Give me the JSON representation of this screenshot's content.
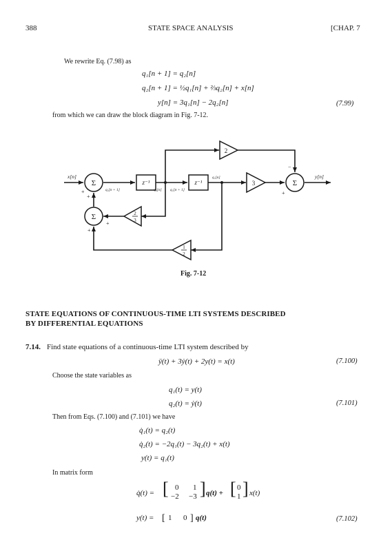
{
  "header": {
    "page_number": "388",
    "running_title": "STATE SPACE ANALYSIS",
    "chapter": "[CHAP. 7"
  },
  "intro": {
    "rewrite_text": "We rewrite Eq. (7.98) as",
    "eq1": "q₁[n + 1] = q₂[n]",
    "eq2": "q₂[n + 1] = ½q₁[n] + ⅔q₂[n] + x[n]",
    "eq3": "y[n] = 3q₁[n] − 2q₂[n]",
    "eq_number": "(7.99)",
    "after_text": "from which we can draw the block diagram in Fig. 7-12."
  },
  "diagram": {
    "input_label": "x[n]",
    "output_label": "y[n]",
    "sum_symbol": "Σ",
    "delay_label": "z⁻¹",
    "q2_next": "q₂[n + 1]",
    "q2_now": "q₂[n]",
    "q1_next": "q₁[n + 1]",
    "q1_now": "q₁[n]",
    "gain_top": "2",
    "gain_right": "3",
    "gain_two_thirds_num": "2",
    "gain_two_thirds_den": "3",
    "gain_half_num": "1",
    "gain_half_den": "2",
    "plus": "+",
    "minus": "−",
    "caption": "Fig. 7-12"
  },
  "section": {
    "title_line1": "STATE EQUATIONS OF CONTINUOUS-TIME LTI SYSTEMS DESCRIBED",
    "title_line2": "BY DIFFERENTIAL EQUATIONS"
  },
  "problem": {
    "number": "7.14.",
    "statement": "Find state equations of a continuous-time LTI system described by",
    "de": "ÿ(t) + 3ẏ(t) + 2y(t) = x(t)",
    "de_number": "(7.100)",
    "choose_text": "Choose the state variables as",
    "sv1": "q₁(t) = y(t)",
    "sv2": "q₂(t) = ẏ(t)",
    "sv_number": "(7.101)",
    "then_text": "Then from Eqs. (7.100) and (7.101) we have",
    "se1": "q̇₁(t) = q₂(t)",
    "se2": "q̇₂(t) = −2q₁(t) − 3q₂(t) + x(t)",
    "se3": "y(t) = q₁(t)",
    "matrix_text": "In matrix form",
    "m_lhs": "q̇(t) =",
    "m_a11": "0",
    "m_a12": "1",
    "m_a21": "−2",
    "m_a22": "−3",
    "m_q": "q(t) +",
    "m_b1": "0",
    "m_b2": "1",
    "m_x": "x(t)",
    "out_lhs": "y(t) =",
    "out_c1": "1",
    "out_c2": "0",
    "out_q": "q(t)",
    "matrix_number": "(7.102)"
  }
}
